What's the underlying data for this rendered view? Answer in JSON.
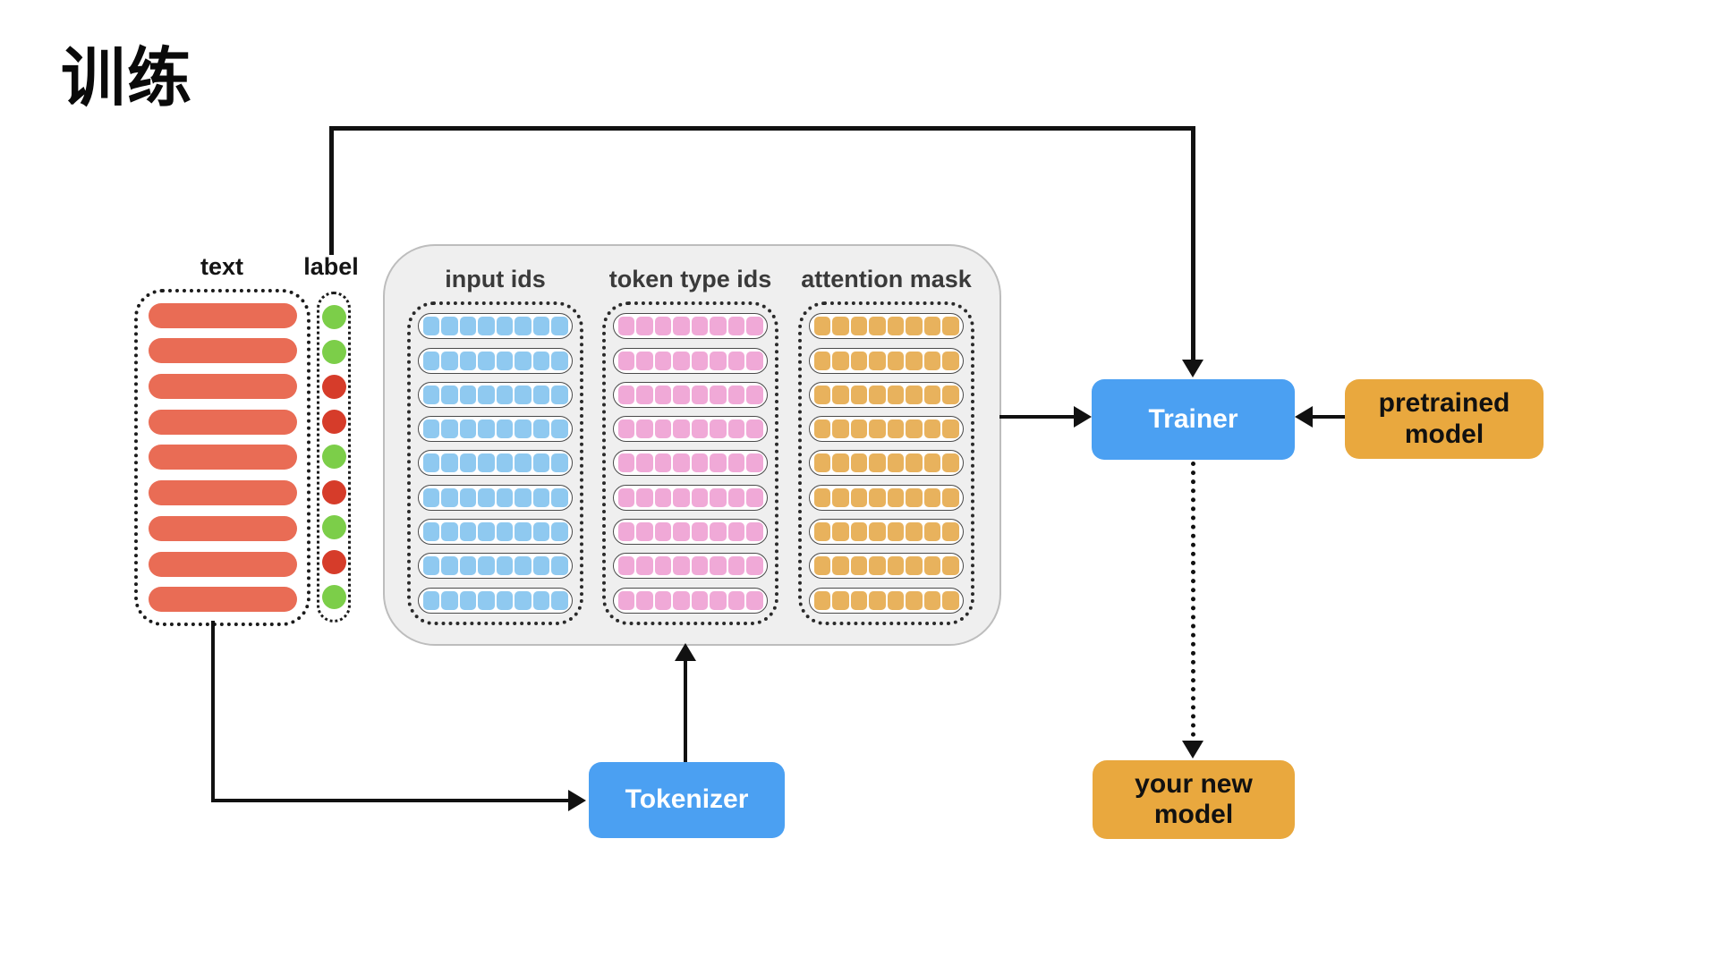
{
  "title": "训练",
  "dataset": {
    "text_column": {
      "header": "text",
      "row_count": 9
    },
    "label_column": {
      "header": "label",
      "circles": [
        "green",
        "green",
        "red",
        "red",
        "green",
        "red",
        "green",
        "red",
        "green"
      ]
    }
  },
  "encodings": {
    "columns": [
      {
        "header": "input ids",
        "row_count": 9,
        "cells_per_row": 8,
        "cell_color": "#8FC9F0"
      },
      {
        "header": "token type ids",
        "row_count": 9,
        "cells_per_row": 8,
        "cell_color": "#F0A9D7"
      },
      {
        "header": "attention mask",
        "row_count": 9,
        "cells_per_row": 8,
        "cell_color": "#E8B25D"
      }
    ]
  },
  "nodes": {
    "tokenizer": {
      "label": "Tokenizer",
      "color": "#4BA0F2",
      "text_color": "#FFFFFF"
    },
    "trainer": {
      "label": "Trainer",
      "color": "#4BA0F2",
      "text_color": "#FFFFFF"
    },
    "pretrained_model": {
      "label": "pretrained model",
      "color": "#E9A83E",
      "text_color": "#111111"
    },
    "your_new_model": {
      "label": "your new model",
      "color": "#E9A83E",
      "text_color": "#111111"
    }
  },
  "colors": {
    "text_bar": "#E96C55",
    "label_green": "#7CCE49",
    "label_red": "#D63C2A",
    "container_bg": "#EFEFEF",
    "container_border": "#BDBDBD",
    "connector": "#111111"
  }
}
